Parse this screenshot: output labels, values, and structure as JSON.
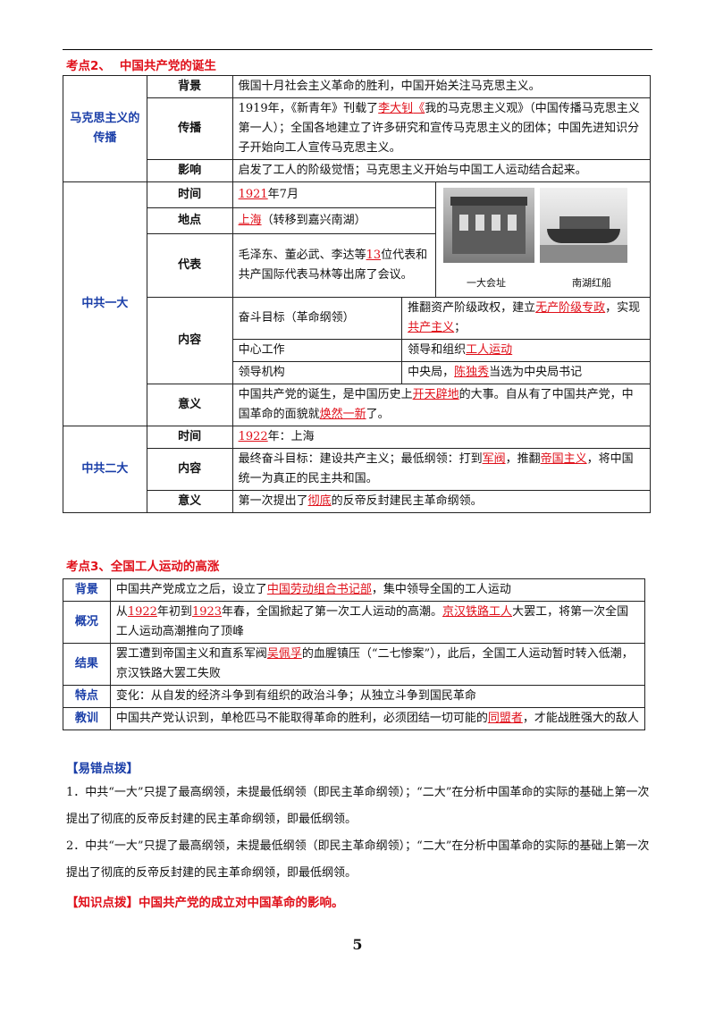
{
  "section2": {
    "num": "考点2、",
    "title": "中国共产党的诞生",
    "marx": {
      "category": "马克思主义的传播",
      "background_label": "背景",
      "background_text": "俄国十月社会主义革命的胜利，中国开始关注马克思主义。",
      "spread_label": "传播",
      "spread_t1": "1919年，《新青年》刊载了",
      "spread_r1": "李大钊",
      "spread_r2": "《",
      "spread_t2": "我的马克思主义观》（中国传播马克思主义第一人）；全国各地建立了许多研究和宣传马克思主义的团体；中国先进知识分子开始向工人宣传马克思主义。",
      "impact_label": "影响",
      "impact_text": "启发了工人的阶级觉悟；马克思主义开始与中国工人运动结合起来。"
    },
    "first_congress": {
      "category": "中共一大",
      "time_label": "时间",
      "time_r": "1921",
      "time_t": "年7月",
      "place_label": "地点",
      "place_r": "上海",
      "place_t": "（转移到嘉兴南湖）",
      "rep_label": "代表",
      "rep_t1": "毛泽东、董必武、李达等",
      "rep_r": "13",
      "rep_t2": "位代表和共产国际代表马林等出席了会议。",
      "photo_caption1": "一大会址",
      "photo_caption2": "南湖红船",
      "content_label": "内容",
      "goal_label": "奋斗目标（革命纲领）",
      "goal_t1": "推翻资产阶级政权，建立",
      "goal_r1": "无产阶级专政",
      "goal_t2": "，实现",
      "goal_r2": "共产主义",
      "goal_t3": "；",
      "work_label": "中心工作",
      "work_t": "领导和组织",
      "work_r": "工人运动",
      "org_label": "领导机构",
      "org_t1": "中央局，",
      "org_r": "陈独秀",
      "org_t2": "当选为中央局书记",
      "meaning_label": "意义",
      "meaning_t1": "中国共产党的诞生，是中国历史上",
      "meaning_r1": "开天辟地",
      "meaning_t2": "的大事。自从有了中国共产党，中国革命的面貌就",
      "meaning_r2": "焕然一新",
      "meaning_t3": "了。"
    },
    "second_congress": {
      "category": "中共二大",
      "time_label": "时间",
      "time_r": "1922",
      "time_t": "年：上海",
      "content_label": "内容",
      "content_t1": "最终奋斗目标：建设共产主义；最低纲领：打到",
      "content_r1": "军阀",
      "content_t2": "，推翻",
      "content_r2": "帝国主义",
      "content_t3": "，将中国统一为真正的民主共和国。",
      "meaning_label": "意义",
      "meaning_t1": "第一次提出了",
      "meaning_r": "彻底",
      "meaning_t2": "的反帝反封建民主革命纲领。"
    }
  },
  "section3": {
    "num": "考点3、",
    "title": "全国工人运动的高涨",
    "bg_label": "背景",
    "bg_t1": "中国共产党成立之后，设立了",
    "bg_r": "中国劳动组合书记部",
    "bg_t2": "，集中领导全国的工人运动",
    "ov_label": "概况",
    "ov_t1": "从",
    "ov_r1": "1922",
    "ov_t2": "年初到",
    "ov_r2": "1923",
    "ov_t3": "年春，全国掀起了第一次工人运动的高潮。",
    "ov_r3": "京汉铁路工人",
    "ov_t4": "大罢工，将第一次全国工人运动高潮推向了顶峰",
    "res_label": "结果",
    "res_t1": "罢工遭到帝国主义和直系军阀",
    "res_r": "吴佩孚",
    "res_t2": "的血腥镇压（“二七惨案”），此后，全国工人运动暂时转入低潮，京汉铁路大罢工失败",
    "feat_label": "特点",
    "feat_t": "变化：从自发的经济斗争到有组织的政治斗争；从独立斗争到国民革命",
    "les_label": "教训",
    "les_t1": "中国共产党认识到，单枪匹马不能取得革命的胜利，必须团结一切可能的",
    "les_r": "同盟者",
    "les_t2": "，才能战胜强大的敌人"
  },
  "notes": {
    "title": "【易错点拨】",
    "p1": "1．中共“一大”只提了最高纲领，未提最低纲领（即民主革命纲领）；“二大”在分析中国革命的实际的基础上第一次提出了彻底的反帝反封建的民主革命纲领，即最低纲领。",
    "p2": "2．中共“一大”只提了最高纲领，未提最低纲领（即民主革命纲领）；“二大”在分析中国革命的实际的基础上第一次提出了彻底的反帝反封建的民主革命纲领，即最低纲领。",
    "tip": "【知识点拨】中国共产党的成立对中国革命的影响。"
  },
  "page_number": "5"
}
